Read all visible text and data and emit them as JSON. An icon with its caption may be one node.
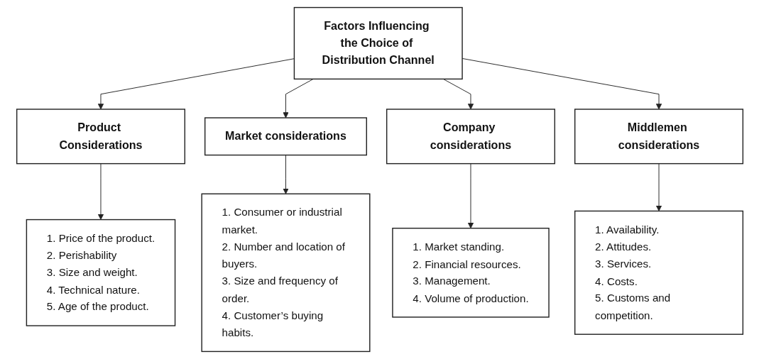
{
  "diagram": {
    "nodes": [
      {
        "text": [
          "Factors Influencing the Choice of Distribution Channel"
        ]
      },
      {
        "text": [
          "Product Considerations"
        ]
      },
      {
        "text": [
          "Market considerations"
        ]
      },
      {
        "text": [
          "Company considerations"
        ]
      },
      {
        "text": [
          "Middlemen considerations"
        ]
      },
      {
        "text": [
          "1. Price of the product.",
          "2. Perishability",
          "3. Size and weight.",
          "4. Technical nature.",
          "5. Age of the product."
        ]
      },
      {
        "text": [
          "1. Consumer or industrial market.",
          "2. Number and location of buyers.",
          "3. Size and frequency of order.",
          "4. Customer’s buying habits."
        ]
      },
      {
        "text": [
          "1. Market standing.",
          "2. Financial resources.",
          "3. Management.",
          "4. Volume of production."
        ]
      },
      {
        "text": [
          "1. Availability.",
          "2. Attitudes.",
          "3. Services.",
          "4. Costs.",
          "5. Customs and competition."
        ]
      }
    ],
    "edges": [
      {
        "from": 0,
        "to": 1,
        "arrow": "to"
      },
      {
        "from": 0,
        "to": 2,
        "arrow": "to"
      },
      {
        "from": 0,
        "to": 3,
        "arrow": "to"
      },
      {
        "from": 0,
        "to": 4,
        "arrow": "to"
      },
      {
        "from": 1,
        "to": 5,
        "arrow": "to"
      },
      {
        "from": 2,
        "to": 6,
        "arrow": "to"
      },
      {
        "from": 3,
        "to": 7,
        "arrow": "to"
      },
      {
        "from": 4,
        "to": 8,
        "arrow": "to"
      }
    ]
  }
}
